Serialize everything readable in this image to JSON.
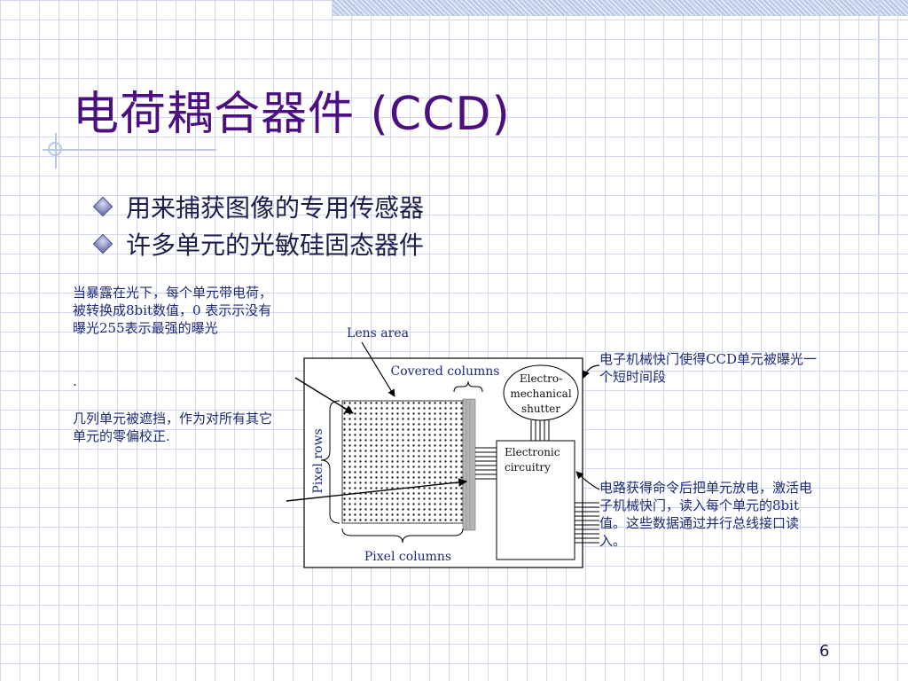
{
  "slide": {
    "title": "电荷耦合器件 (CCD)",
    "bullets": [
      "用来捕获图像的专用传感器",
      "许多单元的光敏硅固态器件"
    ],
    "page_number": "6"
  },
  "notes": {
    "left_1": "当暴露在光下，每个单元带电荷，被转换成8bit数值，0 表示示没有曝光255表示最强的曝光",
    "left_dot": ".",
    "left_2": "几列单元被遮挡，作为对所有其它单元的零偏校正.",
    "right_1": "电子机械快门使得CCD单元被曝光一个短时间段",
    "right_2": "电路获得命令后把单元放电，激活电子机械快门，读入每个单元的8bit值。这些数据通过并行总线接口读入。"
  },
  "diagram": {
    "lens_area": "Lens area",
    "covered_columns": "Covered columns",
    "shutter": [
      "Electro-",
      "mechanical",
      "shutter"
    ],
    "circuitry": [
      "Electronic",
      "circuitry"
    ],
    "pixel_rows": "Pixel rows",
    "pixel_columns": "Pixel columns"
  }
}
